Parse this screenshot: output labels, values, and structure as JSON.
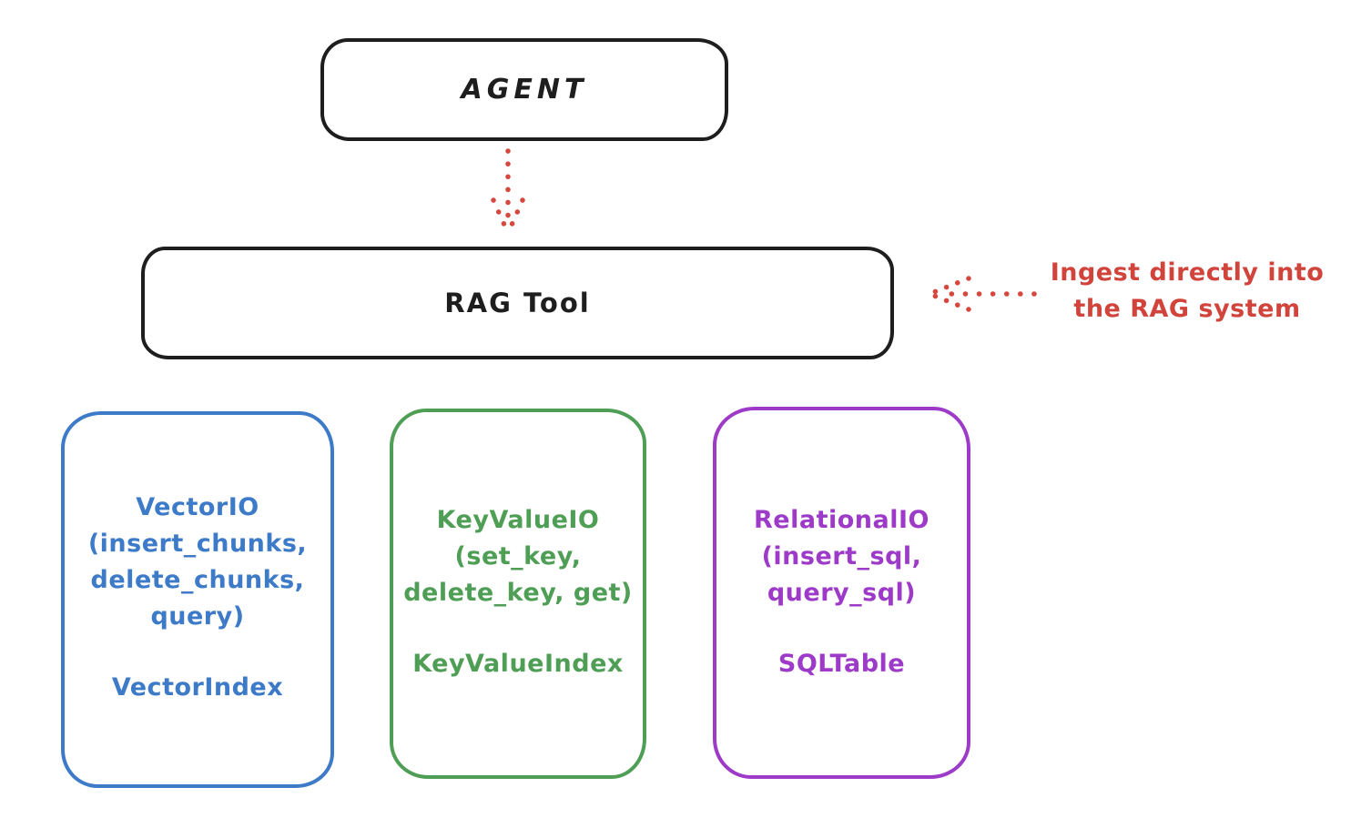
{
  "agent_box": {
    "label": "AGENT"
  },
  "rag_tool_box": {
    "label": "RAG Tool"
  },
  "annotation": {
    "line1": "Ingest directly into",
    "line2": "the RAG system"
  },
  "backend_boxes": [
    {
      "id": "vector-io",
      "lines": [
        "VectorIO",
        "(insert_chunks,",
        "delete_chunks,",
        "query)"
      ],
      "index_label": "VectorIndex",
      "color": "#3d7bc9"
    },
    {
      "id": "keyvalue-io",
      "lines": [
        "KeyValueIO",
        "(set_key,",
        "delete_key, get)"
      ],
      "index_label": "KeyValueIndex",
      "color": "#4f9e55"
    },
    {
      "id": "relational-io",
      "lines": [
        "RelationalIO",
        "(insert_sql,",
        "query_sql)"
      ],
      "index_label": "SQLTable",
      "color": "#9d3bc8"
    }
  ],
  "icons": {
    "down_arrow": "dotted-arrow-down",
    "left_arrow": "dotted-arrow-left"
  },
  "colors": {
    "stroke": "#1e1e1e",
    "red": "#d0443b",
    "blue": "#3d7bc9",
    "green": "#4f9e55",
    "purple": "#9d3bc8",
    "background": "#ffffff"
  }
}
